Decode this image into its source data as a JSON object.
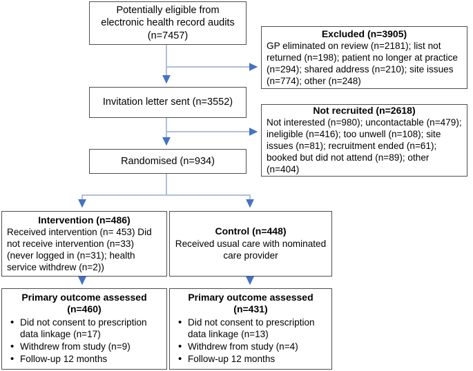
{
  "diagram": {
    "type": "consort-flow-diagram",
    "title": "CONSORT participant flow diagram",
    "colors": {
      "box_border": "#4d4d4d",
      "connector_line": "#aec0d8",
      "arrow_head": "#4472c4",
      "background": "#ffffff",
      "text": "#000000"
    }
  },
  "boxes": {
    "eligible": {
      "body": "Potentially eligible from electronic health record audits (n=7457)"
    },
    "excluded": {
      "title": "Excluded (n=3905)",
      "body": "GP eliminated on review (n=2181); list not returned (n=198); patient no longer at practice (n=294); shared address (n=210); site issues (n=774); other (n=248)"
    },
    "invitation": {
      "body": "Invitation letter sent (n=3552)"
    },
    "not_recruited": {
      "title": "Not recruited (n=2618)",
      "body": "Not interested (n=980); uncontactable (n=479); ineligible (n=416); too unwell (n=108); site issues (n=81); recruitment ended (n=61); booked but did not attend (n=89); other (n=404)"
    },
    "randomised": {
      "body": "Randomised (n=934)"
    },
    "intervention": {
      "title": "Intervention (n=486)",
      "body": "Received intervention (n= 453) Did not receive intervention (n=33) (never logged in (n=31); health service withdrew (n=2))"
    },
    "control": {
      "title": "Control (n=448)",
      "body": "Received usual care with nominated care provider"
    },
    "primary_intervention": {
      "title": "Primary outcome assessed (n=460)",
      "bullets": [
        "Did not consent to prescription data linkage (n=17)",
        "Withdrew from study (n=9)",
        "Follow-up 12 months"
      ]
    },
    "primary_control": {
      "title": "Primary outcome assessed (n=431)",
      "bullets": [
        "Did not consent to prescription data linkage (n=13)",
        "Withdrew from study (n=4)",
        "Follow-up 12 months"
      ]
    }
  },
  "connectors": [
    {
      "name": "eligible-to-invitation",
      "from": "eligible",
      "to": "invitation"
    },
    {
      "name": "eligible-to-excluded",
      "from": "eligible",
      "to": "excluded"
    },
    {
      "name": "invitation-to-randomised",
      "from": "invitation",
      "to": "randomised"
    },
    {
      "name": "invitation-to-not-recruited",
      "from": "invitation",
      "to": "not_recruited"
    },
    {
      "name": "randomised-to-intervention",
      "from": "randomised",
      "to": "intervention"
    },
    {
      "name": "randomised-to-control",
      "from": "randomised",
      "to": "control"
    },
    {
      "name": "intervention-to-primary",
      "from": "intervention",
      "to": "primary_intervention"
    },
    {
      "name": "control-to-primary",
      "from": "control",
      "to": "primary_control"
    }
  ]
}
